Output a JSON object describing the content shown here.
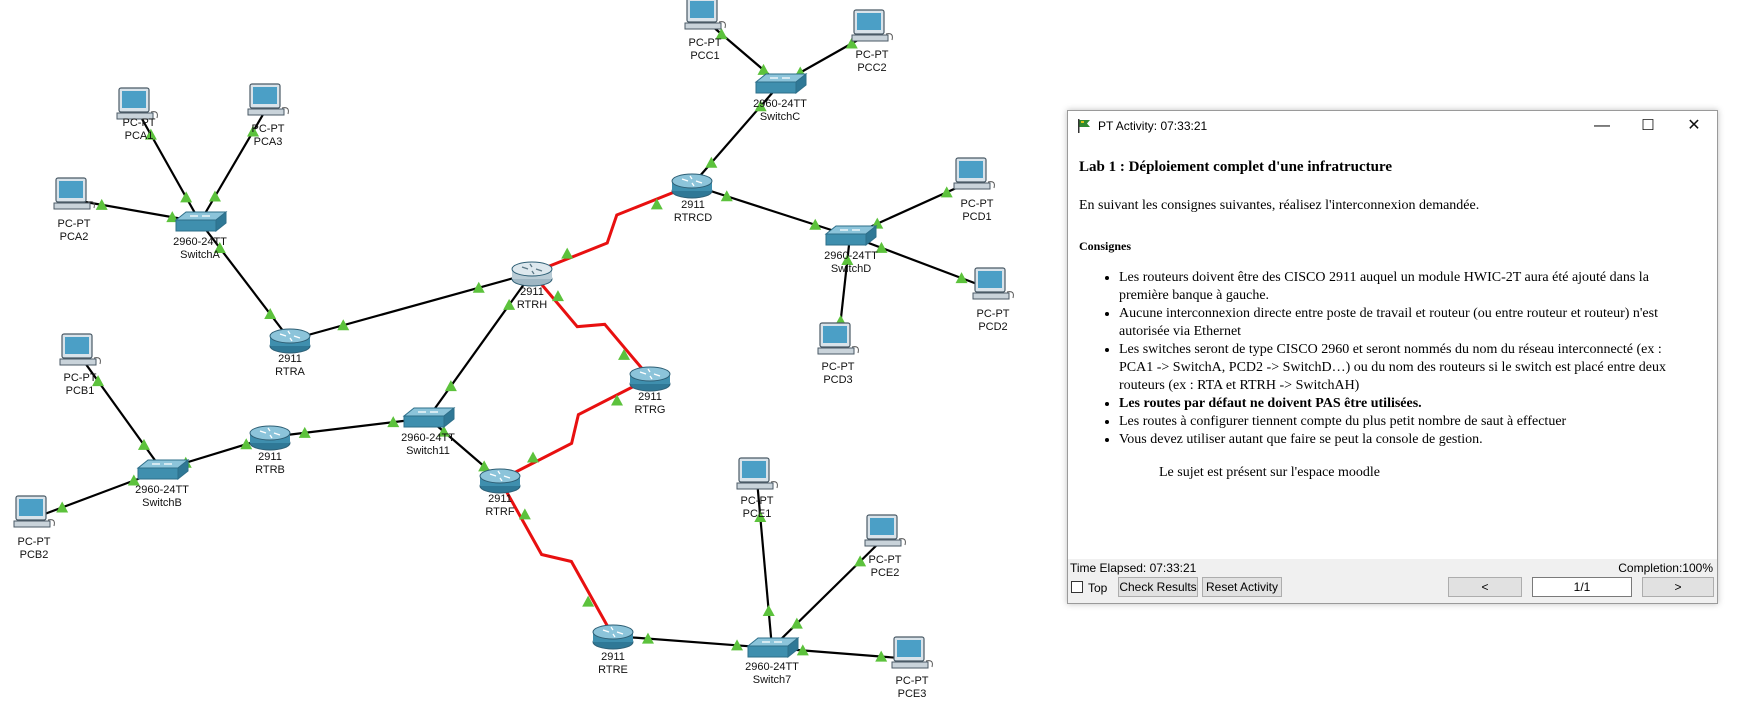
{
  "topology": {
    "nodes": [
      {
        "id": "PCA1",
        "kind": "pc",
        "model": "PC-PT",
        "name": "PCA1"
      },
      {
        "id": "PCA3",
        "kind": "pc",
        "model": "PC-PT",
        "name": "PCA3"
      },
      {
        "id": "PCA2",
        "kind": "pc",
        "model": "PC-PT",
        "name": "PCA2"
      },
      {
        "id": "SwitchA",
        "kind": "switch",
        "model": "2960-24TT",
        "name": "SwitchA"
      },
      {
        "id": "RTRA",
        "kind": "router",
        "model": "2911",
        "name": "RTRA"
      },
      {
        "id": "RTRH",
        "kind": "router",
        "model": "2911",
        "name": "RTRH"
      },
      {
        "id": "RTRCD",
        "kind": "router",
        "model": "2911",
        "name": "RTRCD"
      },
      {
        "id": "SwitchC",
        "kind": "switch",
        "model": "2960-24TT",
        "name": "SwitchC"
      },
      {
        "id": "PCC1",
        "kind": "pc",
        "model": "PC-PT",
        "name": "PCC1"
      },
      {
        "id": "PCC2",
        "kind": "pc",
        "model": "PC-PT",
        "name": "PCC2"
      },
      {
        "id": "SwitchD",
        "kind": "switch",
        "model": "2960-24TT",
        "name": "SwitchD"
      },
      {
        "id": "PCD1",
        "kind": "pc",
        "model": "PC-PT",
        "name": "PCD1"
      },
      {
        "id": "PCD2",
        "kind": "pc",
        "model": "PC-PT",
        "name": "PCD2"
      },
      {
        "id": "PCD3",
        "kind": "pc",
        "model": "PC-PT",
        "name": "PCD3"
      },
      {
        "id": "PCB1",
        "kind": "pc",
        "model": "PC-PT",
        "name": "PCB1"
      },
      {
        "id": "PCB2",
        "kind": "pc",
        "model": "PC-PT",
        "name": "PCB2"
      },
      {
        "id": "SwitchB",
        "kind": "switch",
        "model": "2960-24TT",
        "name": "SwitchB"
      },
      {
        "id": "RTRB",
        "kind": "router",
        "model": "2911",
        "name": "RTRB"
      },
      {
        "id": "Switch11",
        "kind": "switch",
        "model": "2960-24TT",
        "name": "Switch11"
      },
      {
        "id": "RTRG",
        "kind": "router",
        "model": "2911",
        "name": "RTRG"
      },
      {
        "id": "RTRF",
        "kind": "router",
        "model": "2911",
        "name": "RTRF"
      },
      {
        "id": "RTRE",
        "kind": "router",
        "model": "2911",
        "name": "RTRE"
      },
      {
        "id": "Switch7",
        "kind": "switch",
        "model": "2960-24TT",
        "name": "Switch7"
      },
      {
        "id": "PCE1",
        "kind": "pc",
        "model": "PC-PT",
        "name": "PCE1"
      },
      {
        "id": "PCE2",
        "kind": "pc",
        "model": "PC-PT",
        "name": "PCE2"
      },
      {
        "id": "PCE3",
        "kind": "pc",
        "model": "PC-PT",
        "name": "PCE3"
      }
    ],
    "links": [
      {
        "from": "PCA1",
        "to": "SwitchA",
        "type": "ethernet"
      },
      {
        "from": "PCA3",
        "to": "SwitchA",
        "type": "ethernet"
      },
      {
        "from": "PCA2",
        "to": "SwitchA",
        "type": "ethernet"
      },
      {
        "from": "SwitchA",
        "to": "RTRA",
        "type": "ethernet"
      },
      {
        "from": "RTRA",
        "to": "RTRH",
        "type": "ethernet"
      },
      {
        "from": "RTRH",
        "to": "RTRCD",
        "type": "serial"
      },
      {
        "from": "RTRCD",
        "to": "SwitchC",
        "type": "ethernet"
      },
      {
        "from": "PCC1",
        "to": "SwitchC",
        "type": "ethernet"
      },
      {
        "from": "PCC2",
        "to": "SwitchC",
        "type": "ethernet"
      },
      {
        "from": "RTRCD",
        "to": "SwitchD",
        "type": "ethernet"
      },
      {
        "from": "SwitchD",
        "to": "PCD1",
        "type": "ethernet"
      },
      {
        "from": "SwitchD",
        "to": "PCD2",
        "type": "ethernet"
      },
      {
        "from": "SwitchD",
        "to": "PCD3",
        "type": "ethernet"
      },
      {
        "from": "RTRH",
        "to": "RTRG",
        "type": "serial"
      },
      {
        "from": "RTRH",
        "to": "Switch11",
        "type": "ethernet"
      },
      {
        "from": "RTRB",
        "to": "Switch11",
        "type": "ethernet"
      },
      {
        "from": "Switch11",
        "to": "RTRF",
        "type": "ethernet"
      },
      {
        "from": "RTRG",
        "to": "RTRF",
        "type": "serial"
      },
      {
        "from": "RTRB",
        "to": "SwitchB",
        "type": "ethernet"
      },
      {
        "from": "PCB1",
        "to": "SwitchB",
        "type": "ethernet"
      },
      {
        "from": "PCB2",
        "to": "SwitchB",
        "type": "ethernet"
      },
      {
        "from": "RTRF",
        "to": "RTRE",
        "type": "serial"
      },
      {
        "from": "RTRE",
        "to": "Switch7",
        "type": "ethernet"
      },
      {
        "from": "PCE1",
        "to": "Switch7",
        "type": "ethernet"
      },
      {
        "from": "PCE2",
        "to": "Switch7",
        "type": "ethernet"
      },
      {
        "from": "Switch7",
        "to": "PCE3",
        "type": "ethernet"
      }
    ],
    "colors": {
      "ethernet": "#000000",
      "serial": "#e81010",
      "link_up": "#5cc23c",
      "device_blue": "#3f8fae"
    }
  },
  "activity_window": {
    "title": "PT Activity: 07:33:21",
    "icon": "packet-tracer-flag-icon",
    "controls": {
      "minimize": "—",
      "maximize": "☐",
      "close": "✕"
    },
    "lab_title": "Lab 1 : Déploiement complet d'une infratructure",
    "intro": "En suivant les consignes suivantes, réalisez l'interconnexion demandée.",
    "consignes_heading": "Consignes",
    "rules": [
      "Les routeurs doivent être des CISCO 2911 auquel un module HWIC-2T aura été ajouté dans la première banque à gauche.",
      "Aucune interconnexion directe entre poste de travail et routeur (ou entre routeur et routeur) n'est autorisée via Ethernet",
      "Les switches seront de type CISCO 2960 et seront nommés du nom du réseau interconnecté (ex : PCA1 -> SwitchA, PCD2 -> SwitchD…) ou du nom des routeurs si le switch est placé entre deux routeurs (ex : RTA et RTRH -> SwitchAH)",
      "Les routes par défaut ne doivent PAS être utilisées.",
      "Les routes à configurer tiennent compte du plus petit nombre de saut à effectuer",
      "Vous devez utiliser autant que faire se peut la console de gestion."
    ],
    "footer_note": "Le sujet est présent sur l'espace moodle",
    "status": {
      "time_elapsed": "Time Elapsed: 07:33:21",
      "completion": "Completion:100%",
      "completion_value": 1.0,
      "top_label": "Top",
      "check_results": "Check Results",
      "reset_activity": "Reset Activity",
      "prev": "<",
      "page": "1/1",
      "next": ">"
    }
  }
}
